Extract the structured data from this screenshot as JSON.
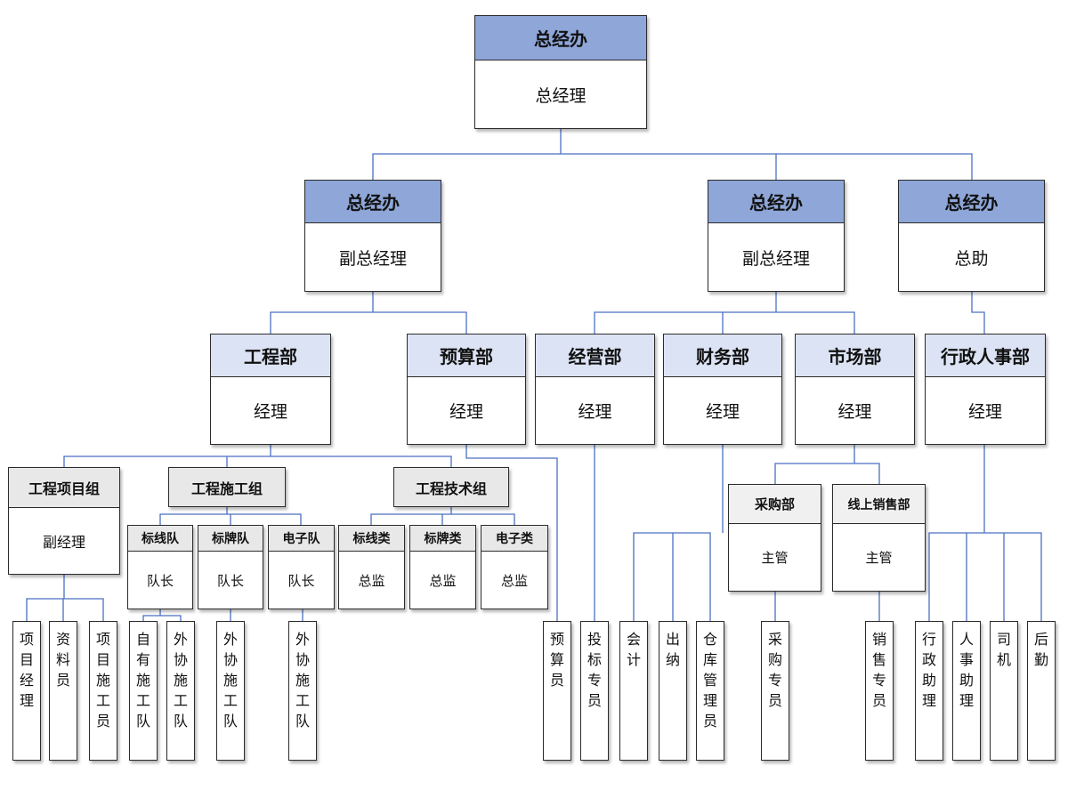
{
  "top": {
    "dept": "总经办",
    "role": "总经理"
  },
  "level1": [
    {
      "dept": "总经办",
      "role": "副总经理"
    },
    {
      "dept": "总经办",
      "role": "副总经理"
    },
    {
      "dept": "总经办",
      "role": "总助"
    }
  ],
  "departments": [
    {
      "dept": "工程部",
      "role": "经理"
    },
    {
      "dept": "预算部",
      "role": "经理"
    },
    {
      "dept": "经营部",
      "role": "经理"
    },
    {
      "dept": "财务部",
      "role": "经理"
    },
    {
      "dept": "市场部",
      "role": "经理"
    },
    {
      "dept": "行政人事部",
      "role": "经理"
    }
  ],
  "groups": {
    "project": {
      "name": "工程项目组",
      "role": "副经理"
    },
    "construction": {
      "name": "工程施工组"
    },
    "tech": {
      "name": "工程技术组"
    }
  },
  "teams": [
    {
      "name": "标线队",
      "role": "队长"
    },
    {
      "name": "标牌队",
      "role": "队长"
    },
    {
      "name": "电子队",
      "role": "队长"
    },
    {
      "name": "标线类",
      "role": "总监"
    },
    {
      "name": "标牌类",
      "role": "总监"
    },
    {
      "name": "电子类",
      "role": "总监"
    }
  ],
  "subdepts": [
    {
      "name": "采购部",
      "role": "主管"
    },
    {
      "name": "线上销售部",
      "role": "主管"
    }
  ],
  "leaves": [
    "项目经理",
    "资料员",
    "项目施工员",
    "自有施工队",
    "外协施工队",
    "外协施工队",
    "外协施工队",
    "预算员",
    "投标专员",
    "会计",
    "出纳",
    "仓库管理员",
    "采购专员",
    "销售专员",
    "行政助理",
    "人事助理",
    "司机",
    "后勤"
  ]
}
